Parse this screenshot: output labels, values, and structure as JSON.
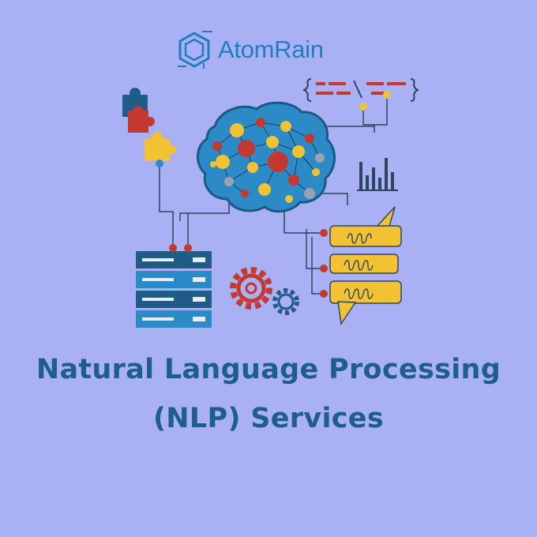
{
  "brand": {
    "name": "AtomRain"
  },
  "headline": {
    "line1": "Natural Language Processing",
    "line2": "(NLP) Services"
  },
  "colors": {
    "background": "#a9b1f4",
    "brand_blue": "#1e7ec0",
    "title_blue": "#1d5f8a",
    "dark_blue": "#1f5c86",
    "brain_blue": "#2c8bc7",
    "red": "#c4382f",
    "yellow": "#f2c233",
    "gray": "#9aa3ad"
  },
  "icons": [
    "hexagon-logo-icon",
    "puzzle-icon",
    "brain-network-icon",
    "code-braces-icon",
    "bar-chart-icon",
    "server-stack-icon",
    "gears-icon",
    "speech-bubbles-icon"
  ]
}
